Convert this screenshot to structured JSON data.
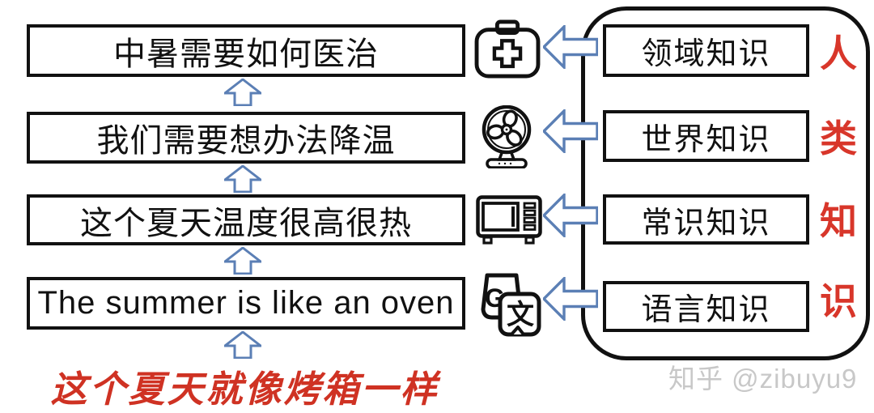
{
  "pyramid": {
    "stages": [
      {
        "text": "中暑需要如何医治"
      },
      {
        "text": "我们需要想办法降温"
      },
      {
        "text": "这个夏天温度很高很热"
      },
      {
        "text": "The summer is like an oven"
      }
    ],
    "input_text": "这个夏天就像烤箱一样"
  },
  "knowledge_panel": {
    "items": [
      {
        "label": "领域知识",
        "icon": "first-aid-kit-icon",
        "side_char": "人"
      },
      {
        "label": "世界知识",
        "icon": "fan-icon",
        "side_char": "类"
      },
      {
        "label": "常识知识",
        "icon": "microwave-icon",
        "side_char": "知"
      },
      {
        "label": "语言知识",
        "icon": "translate-icon",
        "side_char": "识"
      }
    ],
    "side_label": "人类知识"
  },
  "translate_icon": {
    "g": "G",
    "wen": "文"
  },
  "watermark": "知乎 @zibuyu9",
  "colors": {
    "arrow_blue": "#5b7fb5",
    "accent_red": "#d8362a",
    "ink_black": "#111111",
    "watermark_gray": "#c8c8c8"
  }
}
